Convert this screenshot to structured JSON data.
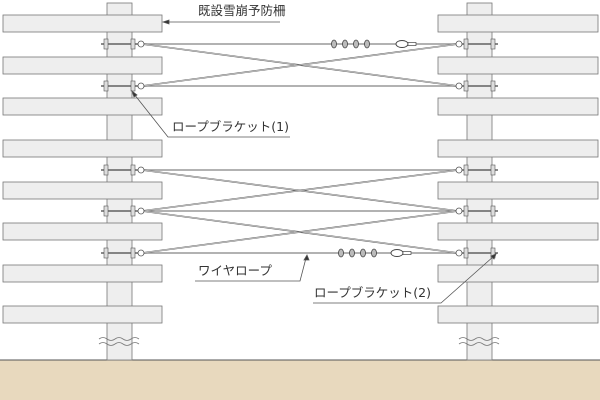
{
  "labels": {
    "existing_fence": "既設雪崩予防柵",
    "rope_bracket_1": "ロープブラケット(1)",
    "wire_rope": "ワイヤロープ",
    "rope_bracket_2": "ロープブラケット(2)"
  },
  "colors": {
    "board": "#eeeeee",
    "outline": "#777777",
    "ground": "#e8d9be",
    "wire": "#666666"
  }
}
